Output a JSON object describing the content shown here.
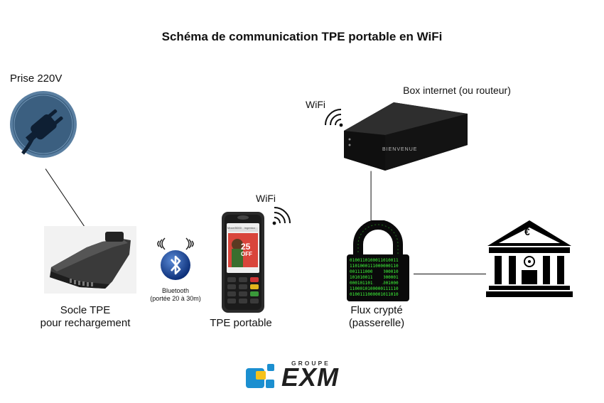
{
  "title": "Schéma de communication TPE portable en WiFi",
  "nodes": {
    "prise": {
      "label": "Prise 220V"
    },
    "socle": {
      "label_line1": "Socle TPE",
      "label_line2": "pour rechargement"
    },
    "bluetooth": {
      "label_line1": "Bluetooth",
      "label_line2": "(portée 20 à 30m)"
    },
    "tpe": {
      "label": "TPE portable",
      "wifi": "WiFi",
      "screen_price": "25",
      "screen_off": "OFF",
      "brand": "ingenico",
      "model": "Move/5000"
    },
    "box": {
      "label": "Box internet (ou routeur)",
      "wifi": "WiFi",
      "front_text": "BIENVENUE"
    },
    "flux": {
      "label_line1": "Flux crypté",
      "label_line2": "(passerelle)"
    },
    "bank": {
      "symbol": "€"
    }
  },
  "logo": {
    "small": "GROUPE",
    "big": "EXM"
  },
  "colors": {
    "plug_bg": "#3a5e7e",
    "plug_ring": "#5a7fa1",
    "logo_blue": "#1b8fd0",
    "lock_bg": "#0a0a0a",
    "matrix_green": "#41ff3c"
  },
  "icons": [
    "plug-icon",
    "bluetooth-icon",
    "wifi-icon",
    "lock-icon",
    "bank-icon",
    "router-icon",
    "terminal-icon",
    "charging-base-icon"
  ]
}
